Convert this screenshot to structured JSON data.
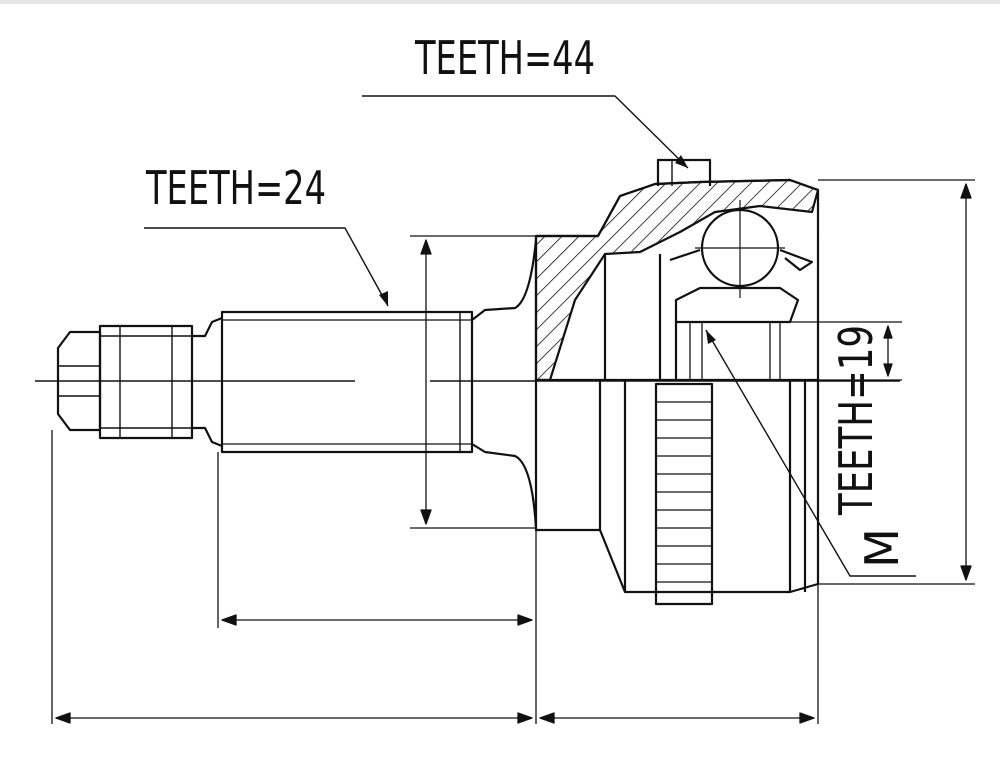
{
  "labels": {
    "teeth_top": "TEETH=44",
    "teeth_left": "TEETH=24",
    "teeth_right": "TEETH=19",
    "m_label": "M"
  },
  "colors": {
    "ink": "#111111",
    "paper": "#ffffff"
  }
}
